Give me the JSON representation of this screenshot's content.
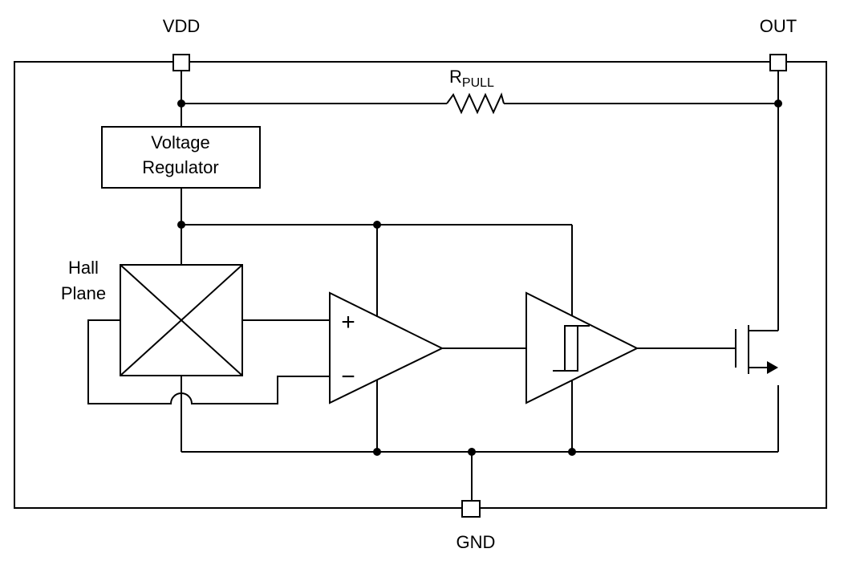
{
  "pins": {
    "vdd": "VDD",
    "out": "OUT",
    "gnd": "GND"
  },
  "resistor": {
    "main": "R",
    "subscript": "PULL"
  },
  "regulator": {
    "line1": "Voltage",
    "line2": "Regulator"
  },
  "hall": {
    "line1": "Hall",
    "line2": "Plane"
  },
  "amplifier": {
    "plus": "+",
    "minus": "−"
  },
  "colors": {
    "stroke": "#000000",
    "background": "#ffffff"
  }
}
